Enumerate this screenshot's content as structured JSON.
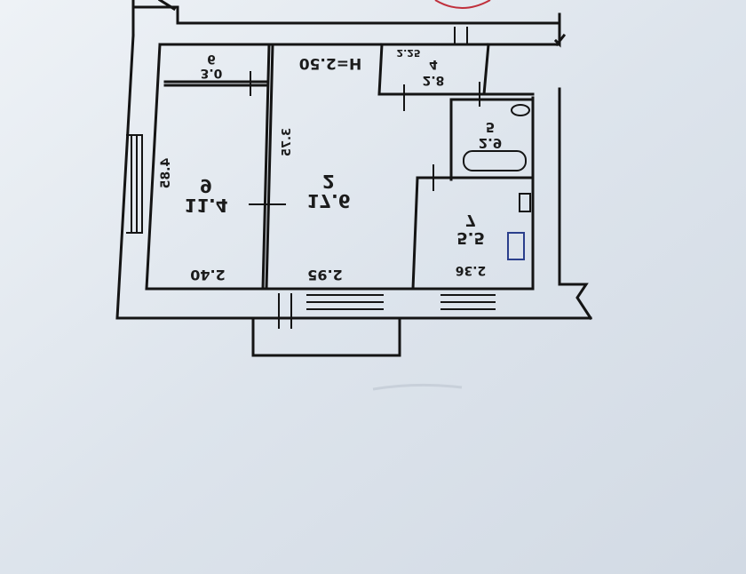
{
  "plan": {
    "ceiling_height": "H=2.50",
    "rooms": [
      {
        "number": "9",
        "area": "11.4"
      },
      {
        "number": "2",
        "area": "17.6"
      },
      {
        "number": "4",
        "area": "2.8"
      },
      {
        "number": "5",
        "area": "2.9"
      },
      {
        "number": "7",
        "area": "5.5"
      },
      {
        "number": "6",
        "area": "3.0"
      }
    ],
    "dimensions": {
      "bottom_left": "2.40",
      "bottom_mid": "2.95",
      "bottom_right": "2.36",
      "left_side": "4.85",
      "hall_side": "3.75",
      "storage_width": "2.25"
    }
  },
  "colors": {
    "paper": "#dfe6ee",
    "ink": "#141414",
    "blue_ink": "#2b3f8c",
    "red_stamp": "#c0303c"
  }
}
